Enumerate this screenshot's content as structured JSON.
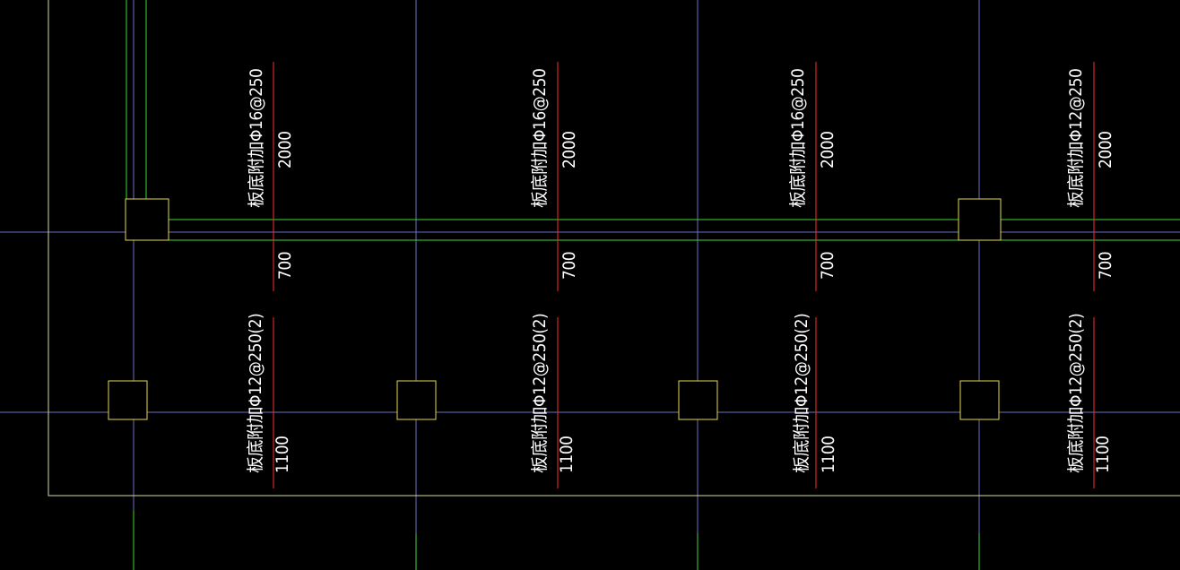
{
  "colors": {
    "background": "#000000",
    "axis": "#6e6ec8",
    "rebar": "#ff2a2a",
    "beam": "#3ed93e",
    "column": "#e6d84a",
    "slab_edge": "#d8d8a0",
    "text": "#ffffff"
  },
  "top_row": {
    "rebars": [
      {
        "label": "板底附加Φ16@250",
        "len_top": "2000",
        "len_bottom": "700"
      },
      {
        "label": "板底附加Φ16@250",
        "len_top": "2000",
        "len_bottom": "700"
      },
      {
        "label": "板底附加Φ16@250",
        "len_top": "2000",
        "len_bottom": "700"
      },
      {
        "label": "板底附加Φ12@250",
        "len_top": "2000",
        "len_bottom": "700"
      }
    ]
  },
  "bottom_row": {
    "rebars": [
      {
        "label": "板底附加Φ12@250(2)",
        "len": "1100"
      },
      {
        "label": "板底附加Φ12@250(2)",
        "len": "1100"
      },
      {
        "label": "板底附加Φ12@250(2)",
        "len": "1100"
      },
      {
        "label": "板底附加Φ12@250(2)",
        "len": "1100"
      }
    ]
  }
}
